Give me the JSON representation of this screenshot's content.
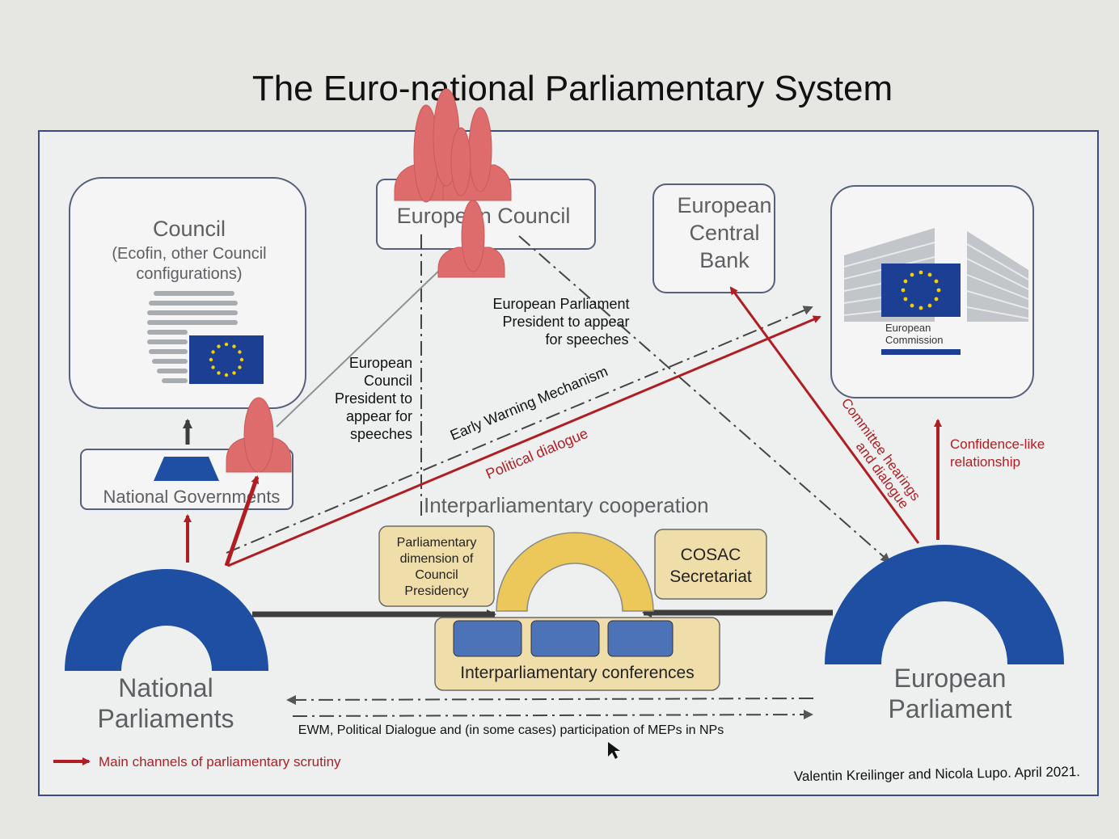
{
  "title": "The Euro-national Parliamentary System",
  "nodes": {
    "council": {
      "title": "Council",
      "subtitle_lines": [
        "(Ecofin, other Council",
        "configurations)"
      ]
    },
    "european_council": {
      "title": "European Council"
    },
    "ecb": {
      "lines": [
        "European",
        "Central",
        "Bank"
      ]
    },
    "commission": {
      "logo_lines": [
        "European",
        "Commission"
      ]
    },
    "national_governments": {
      "title": "National Governments"
    },
    "national_parliaments": {
      "lines": [
        "National",
        "Parliaments"
      ]
    },
    "european_parliament": {
      "lines": [
        "European",
        "Parliament"
      ]
    },
    "interparliamentary_cooperation": {
      "title": "Interparliamentary cooperation"
    },
    "parliamentary_dimension": {
      "lines": [
        "Parliamentary",
        "dimension of",
        "Council",
        "Presidency"
      ]
    },
    "cosac": {
      "lines": [
        "COSAC",
        "Secretariat"
      ]
    },
    "interparliamentary_conferences": {
      "title": "Interparliamentary conferences"
    }
  },
  "edge_labels": {
    "ep_president": [
      "European Parliament",
      "President to appear",
      "for speeches"
    ],
    "ec_president": [
      "European",
      "Council",
      "President to",
      "appear for",
      "speeches"
    ],
    "ewm": "Early Warning Mechanism",
    "political_dialogue": "Political dialogue",
    "committee_hearings": [
      "Committee hearings",
      "and dialogue"
    ],
    "confidence": [
      "Confidence-like",
      "relationship"
    ],
    "bottom_link": "EWM, Political Dialogue and (in some cases) participation of MEPs in NPs"
  },
  "legend": {
    "label": "Main channels of parliamentary scrutiny"
  },
  "credit": "Valentin Kreilinger and Nicola Lupo. April 2021.",
  "colors": {
    "background": "#eef0ef",
    "frame": "#3b4a8a",
    "box_stroke": "#56607a",
    "label_gray": "#5d5f63",
    "parliament_blue": "#1f4fa3",
    "dark_red": "#b01e24",
    "salmon": "#df6c6c",
    "gold": "#ecc75a",
    "beige": "#f0deaa",
    "eu_blue": "#1c3f94",
    "eu_star": "#f5d000",
    "conf_blue": "#4c72b8"
  }
}
